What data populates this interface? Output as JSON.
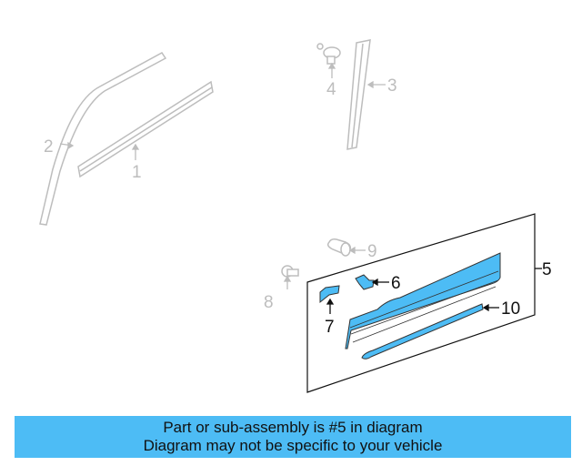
{
  "diagram": {
    "callouts": [
      {
        "id": "1",
        "label": "1",
        "highlighted": false
      },
      {
        "id": "2",
        "label": "2",
        "highlighted": false
      },
      {
        "id": "3",
        "label": "3",
        "highlighted": false
      },
      {
        "id": "4",
        "label": "4",
        "highlighted": false
      },
      {
        "id": "5",
        "label": "5",
        "highlighted": true
      },
      {
        "id": "6",
        "label": "6",
        "highlighted": true
      },
      {
        "id": "7",
        "label": "7",
        "highlighted": true
      },
      {
        "id": "8",
        "label": "8",
        "highlighted": false
      },
      {
        "id": "9",
        "label": "9",
        "highlighted": false
      },
      {
        "id": "10",
        "label": "10",
        "highlighted": true
      }
    ]
  },
  "banner": {
    "line1": "Part or sub-assembly is #5 in diagram",
    "line2": "Diagram may not be specific to your vehicle"
  },
  "colors": {
    "highlight": "#4dbcf5",
    "inactive": "#bdbdbd",
    "banner": "#4dbcf5"
  }
}
